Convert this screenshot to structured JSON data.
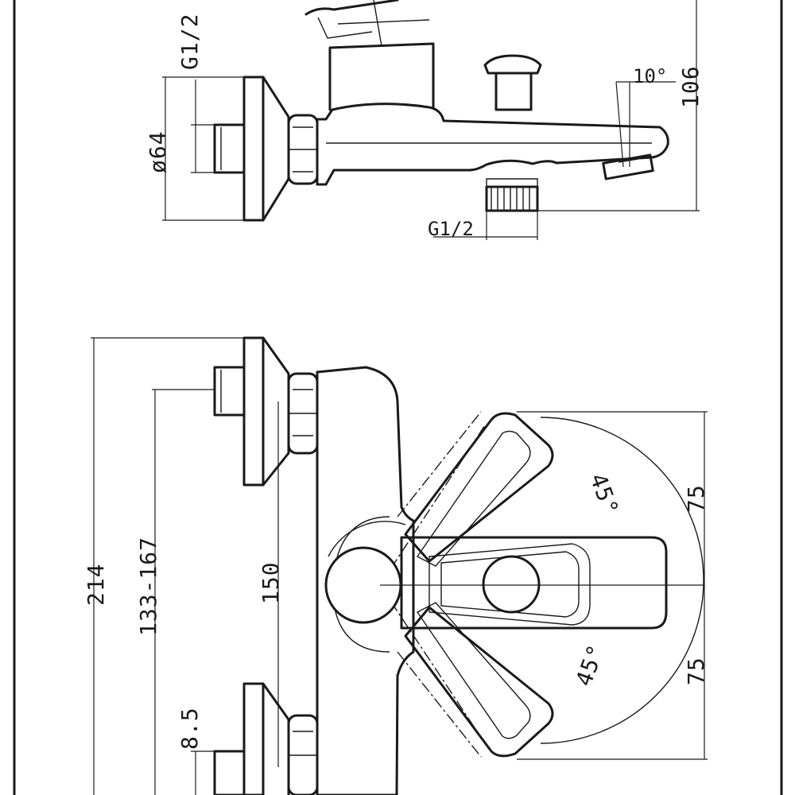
{
  "side_view": {
    "thread_inlet": "G1/2",
    "diameter": "ø64",
    "angle": "10°",
    "height": "106",
    "thread_outlet": "G1/2"
  },
  "top_view": {
    "total_width": "214",
    "inlet_range": "133-167",
    "body_width": "150",
    "offset": "8.5",
    "handle_offset_top": "75",
    "handle_offset_bottom": "75",
    "angle_top": "45°",
    "angle_bottom": "45°"
  }
}
